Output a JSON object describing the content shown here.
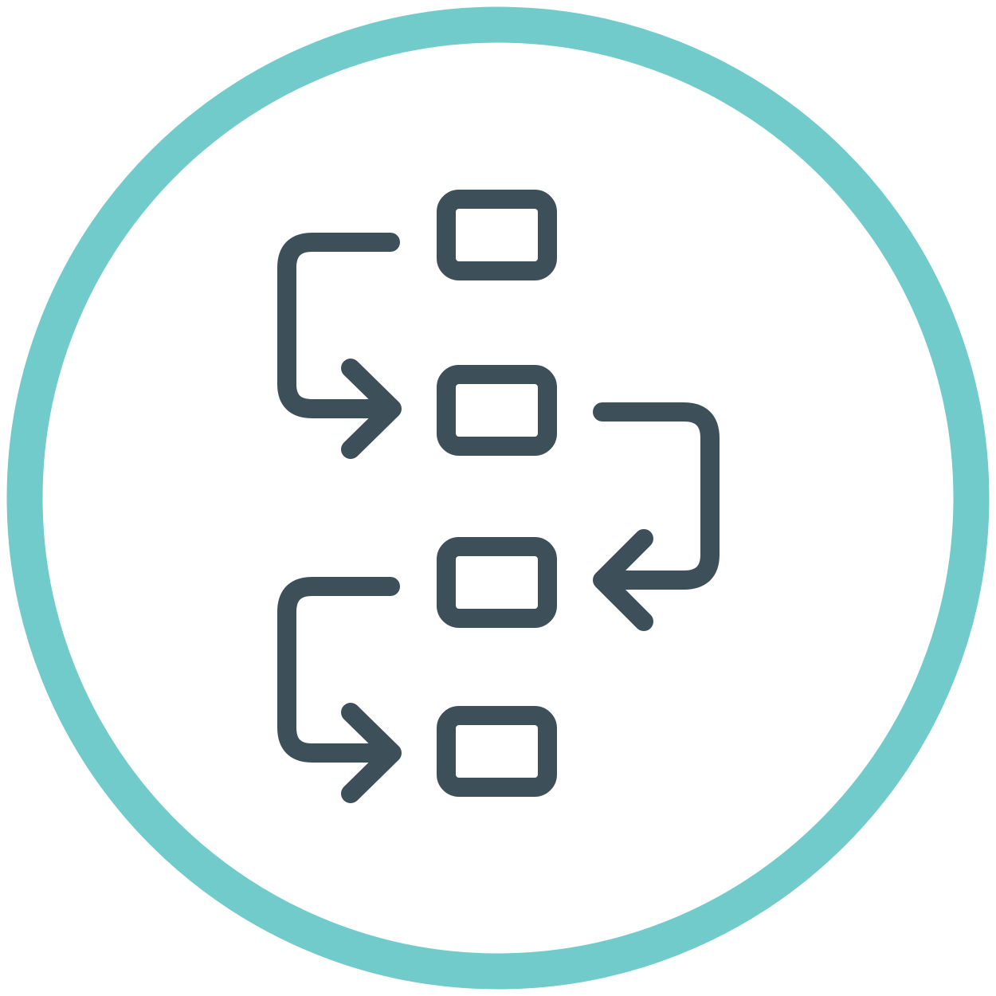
{
  "icon": {
    "name": "workflow-process-icon",
    "ring_color": "#72CBCB",
    "stroke_color": "#3D4F59",
    "background_color": "#FFFFFF",
    "steps": [
      {
        "name": "step-box-1"
      },
      {
        "name": "step-box-2"
      },
      {
        "name": "step-box-3"
      },
      {
        "name": "step-box-4"
      }
    ],
    "connectors": [
      {
        "name": "arrow-step-1-to-2",
        "side": "left"
      },
      {
        "name": "arrow-step-2-to-3",
        "side": "right"
      },
      {
        "name": "arrow-step-3-to-4",
        "side": "left"
      }
    ]
  }
}
